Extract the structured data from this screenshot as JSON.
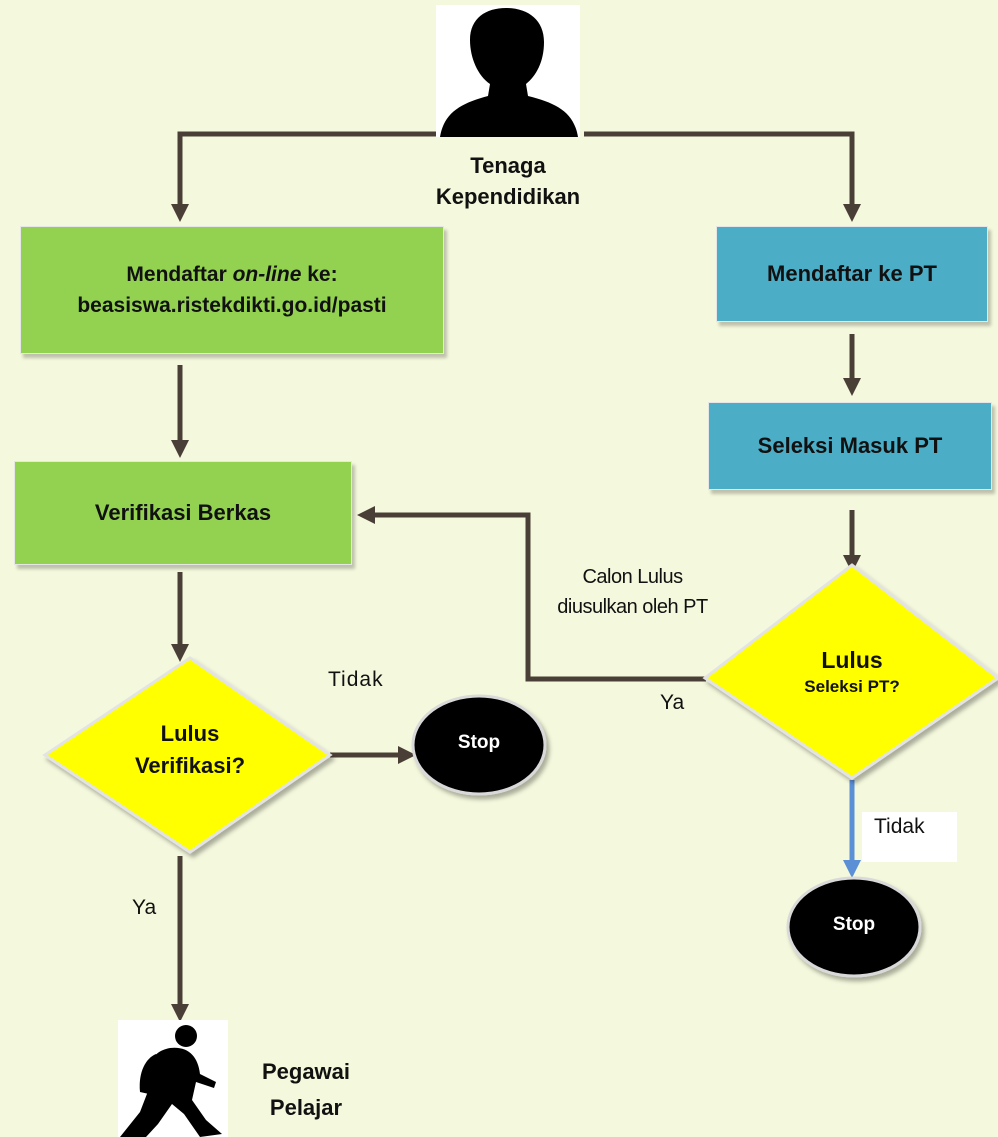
{
  "actor": {
    "label_line1": "Tenaga",
    "label_line2": "Kependidikan"
  },
  "left_branch": {
    "register_online": {
      "line1_prefix": "Mendaftar ",
      "line1_italic": "on-line",
      "line1_suffix": " ke:",
      "line2": "beasiswa.ristekdikti.go.id/pasti"
    },
    "verify_docs": "Verifikasi Berkas",
    "decision": {
      "line1": "Lulus",
      "line2": "Verifikasi?"
    },
    "no_label": "Tidak",
    "yes_label": "Ya",
    "stop": "Stop",
    "result": {
      "line1": "Pegawai",
      "line2": "Pelajar"
    }
  },
  "right_branch": {
    "register_pt": "Mendaftar ke PT",
    "selection_pt": "Seleksi Masuk PT",
    "decision": {
      "line1": "Lulus",
      "line2": "Seleksi PT?"
    },
    "yes_label": "Ya",
    "no_label": "Tidak",
    "stop": "Stop",
    "proposed": {
      "line1": "Calon Lulus",
      "line2": "diusulkan oleh PT"
    }
  },
  "colors": {
    "background": "#f4f8dc",
    "green_box": "#93d150",
    "teal_box": "#4badc6",
    "decision": "#ffff00",
    "arrow": "#4a3f37",
    "arrow_blue": "#5b8fd6",
    "stop": "#000000"
  }
}
